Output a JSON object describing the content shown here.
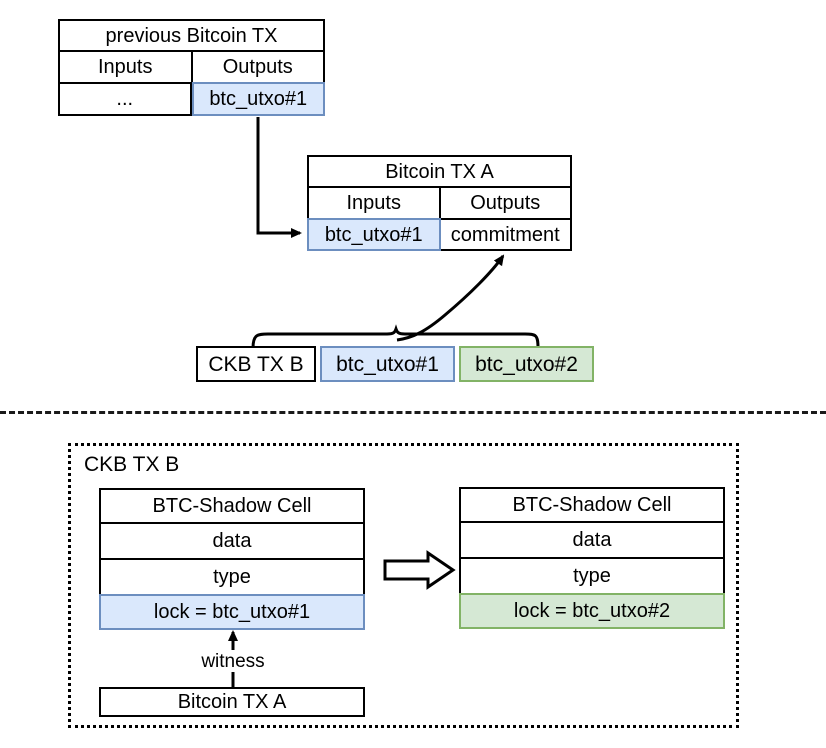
{
  "diagram": {
    "title_hidden": "",
    "colors": {
      "blue_fill": "#dae8fc",
      "blue_stroke": "#6c8ebf",
      "green_fill": "#d5e8d4",
      "green_stroke": "#82b366",
      "line": "#000000",
      "background": "#ffffff"
    }
  },
  "upper": {
    "prev_tx": {
      "title": "previous Bitcoin TX",
      "col_inputs": "Inputs",
      "col_outputs": "Outputs",
      "val_inputs": "...",
      "val_outputs": "btc_utxo#1"
    },
    "tx_a": {
      "title": "Bitcoin TX A",
      "col_inputs": "Inputs",
      "col_outputs": "Outputs",
      "val_inputs": "btc_utxo#1",
      "val_outputs": "commitment"
    },
    "ckb_row": {
      "tx_label": "CKB TX B",
      "utxo_1": "btc_utxo#1",
      "utxo_2": "btc_utxo#2"
    }
  },
  "lower": {
    "group_title": "CKB TX B",
    "input_cell": {
      "title": "BTC-Shadow Cell",
      "data": "data",
      "type": "type",
      "lock": "lock = btc_utxo#1"
    },
    "output_cell": {
      "title": "BTC-Shadow Cell",
      "data": "data",
      "type": "type",
      "lock": "lock = btc_utxo#2"
    },
    "witness_label": "witness",
    "witness_source": "Bitcoin TX A"
  }
}
